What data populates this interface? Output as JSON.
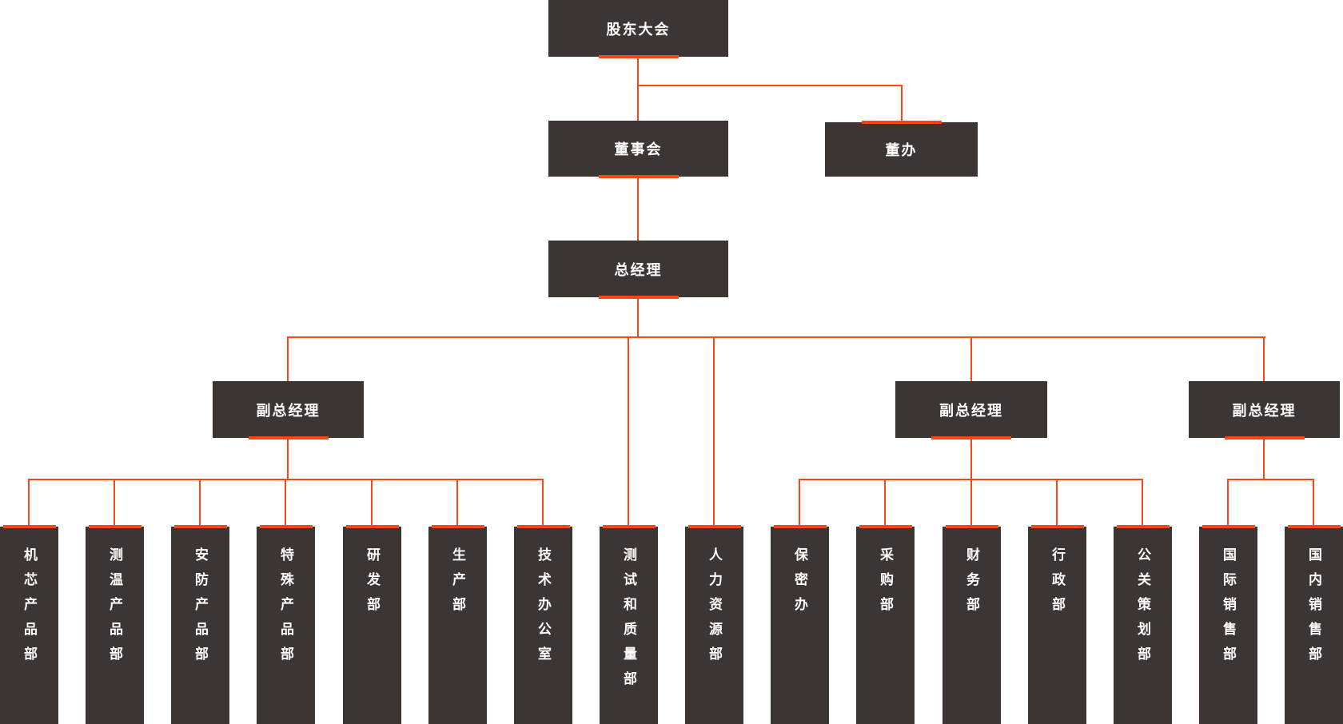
{
  "colors": {
    "box_background": "#3B3634",
    "accent": "#FF4416",
    "label_text": "#FFFFFF",
    "page_background": "#FFFFFF"
  },
  "nodes": {
    "shareholders_meeting": "股东大会",
    "board_of_directors": "董事会",
    "board_office": "董办",
    "general_manager": "总经理",
    "deputy_gm_1": "副总经理",
    "deputy_gm_2": "副总经理",
    "deputy_gm_3": "副总经理"
  },
  "departments": [
    {
      "label": "机芯产品部"
    },
    {
      "label": "测温产品部"
    },
    {
      "label": "安防产品部"
    },
    {
      "label": "特殊产品部"
    },
    {
      "label": "研发部"
    },
    {
      "label": "生产部"
    },
    {
      "label": "技术办公室"
    },
    {
      "label": "测试和质量部"
    },
    {
      "label": "人力资源部"
    },
    {
      "label": "保密办"
    },
    {
      "label": "采购部"
    },
    {
      "label": "财务部"
    },
    {
      "label": "行政部"
    },
    {
      "label": "公关策划部"
    },
    {
      "label": "国际销售部"
    },
    {
      "label": "国内销售部"
    }
  ],
  "hierarchy_edges": [
    [
      "股东大会",
      "董事会"
    ],
    [
      "股东大会",
      "董办"
    ],
    [
      "董事会",
      "总经理"
    ],
    [
      "总经理",
      "副总经理(左)"
    ],
    [
      "总经理",
      "测试和质量部"
    ],
    [
      "总经理",
      "人力资源部"
    ],
    [
      "总经理",
      "副总经理(中)"
    ],
    [
      "总经理",
      "副总经理(右)"
    ],
    [
      "副总经理(左)",
      "机芯产品部"
    ],
    [
      "副总经理(左)",
      "测温产品部"
    ],
    [
      "副总经理(左)",
      "安防产品部"
    ],
    [
      "副总经理(左)",
      "特殊产品部"
    ],
    [
      "副总经理(左)",
      "研发部"
    ],
    [
      "副总经理(左)",
      "生产部"
    ],
    [
      "副总经理(左)",
      "技术办公室"
    ],
    [
      "副总经理(中)",
      "保密办"
    ],
    [
      "副总经理(中)",
      "采购部"
    ],
    [
      "副总经理(中)",
      "财务部"
    ],
    [
      "副总经理(中)",
      "行政部"
    ],
    [
      "副总经理(中)",
      "公关策划部"
    ],
    [
      "副总经理(右)",
      "国际销售部"
    ],
    [
      "副总经理(右)",
      "国内销售部"
    ]
  ]
}
